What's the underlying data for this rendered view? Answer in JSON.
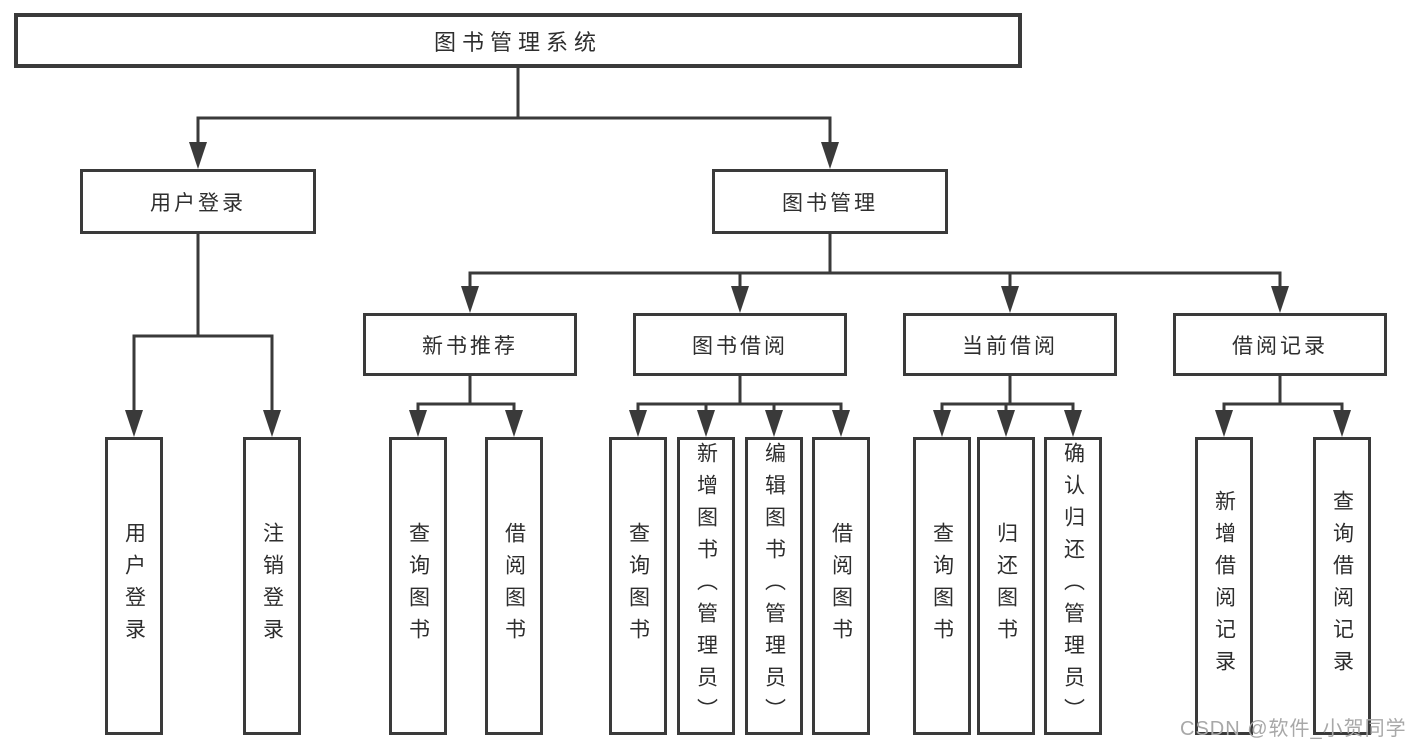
{
  "tree": {
    "root": {
      "label": "图书管理系统"
    },
    "level2": [
      {
        "label": "用户登录"
      },
      {
        "label": "图书管理"
      }
    ],
    "level3": [
      {
        "label": "新书推荐"
      },
      {
        "label": "图书借阅"
      },
      {
        "label": "当前借阅"
      },
      {
        "label": "借阅记录"
      }
    ],
    "leaves": {
      "user_login": [
        "用户登录",
        "注销登录"
      ],
      "new_book_recommend": [
        "查询图书",
        "借阅图书"
      ],
      "book_borrow": [
        "查询图书",
        "新增图书（管理员）",
        "编辑图书（管理员）",
        "借阅图书"
      ],
      "current_borrow": [
        "查询图书",
        "归还图书",
        "确认归还（管理员）"
      ],
      "borrow_records": [
        "新增借阅记录",
        "查询借阅记录"
      ]
    }
  },
  "watermark": {
    "text": "CSDN @软件_小贺同学"
  },
  "colors": {
    "line": "#3a3a3a",
    "box_border": "#3a3a3a",
    "text": "#2e2e2e",
    "background": "#ffffff",
    "watermark": "#a8a8a8"
  }
}
